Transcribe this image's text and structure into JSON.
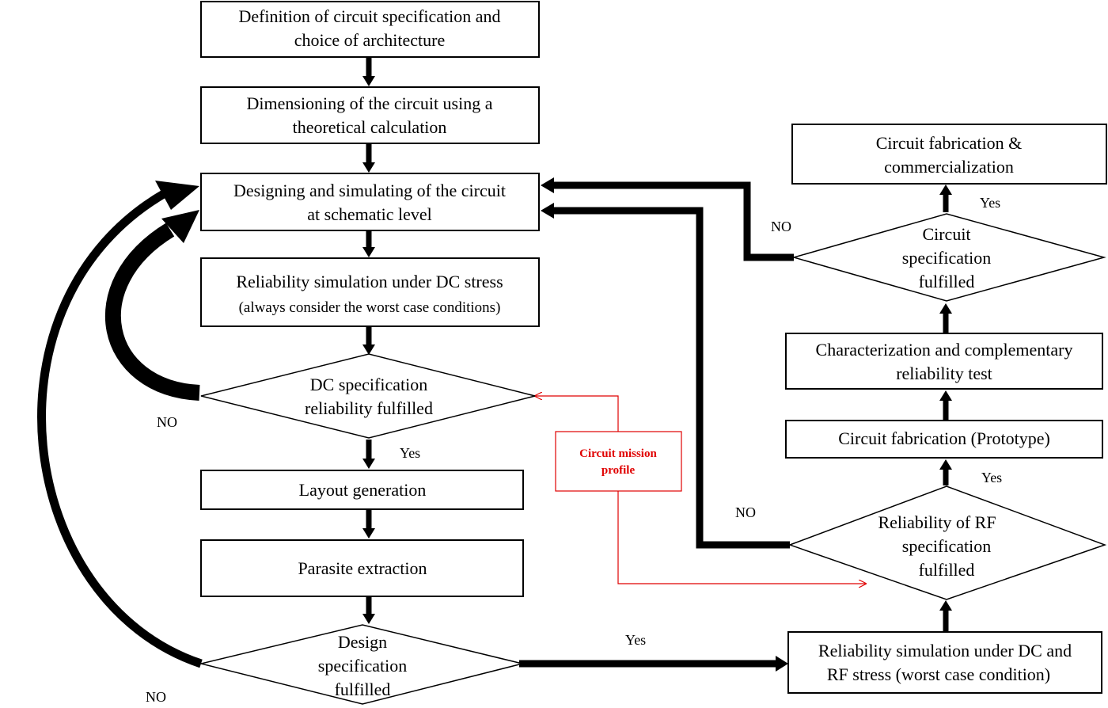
{
  "nodes": {
    "spec_definition": [
      "Definition of circuit specification and",
      "choice of architecture"
    ],
    "dimensioning": [
      "Dimensioning of the circuit using a",
      "theoretical calculation"
    ],
    "schematic_design": [
      "Designing and simulating of the circuit",
      "at schematic level"
    ],
    "dc_reliability_sim": [
      "Reliability simulation under DC stress",
      "(always consider the worst case conditions)"
    ],
    "dc_spec_check": [
      "DC specification",
      "reliability fulfilled"
    ],
    "layout_generation": [
      "Layout generation"
    ],
    "parasite_extraction": [
      "Parasite extraction"
    ],
    "design_spec_check": [
      "Design",
      "specification",
      "fulfilled"
    ],
    "dc_rf_reliability_sim": [
      "Reliability simulation under DC and",
      "RF stress (worst case condition)"
    ],
    "rf_spec_check": [
      "Reliability of RF",
      "specification",
      "fulfilled"
    ],
    "prototype_fabrication": [
      "Circuit fabrication (Prototype)"
    ],
    "characterization": [
      "Characterization and complementary",
      "reliability test"
    ],
    "circuit_spec_check": [
      "Circuit",
      "specification",
      "fulfilled"
    ],
    "commercialization": [
      "Circuit fabrication &",
      "commercialization"
    ],
    "mission_profile": [
      "Circuit mission",
      "profile"
    ]
  },
  "edge_labels": {
    "dc_yes": "Yes",
    "dc_no": "NO",
    "design_yes": "Yes",
    "design_no": "NO",
    "rf_yes": "Yes",
    "rf_no": "NO",
    "circuit_yes": "Yes",
    "circuit_no": "NO"
  },
  "colors": {
    "line": "#000000",
    "mission_profile": "#e00000"
  }
}
